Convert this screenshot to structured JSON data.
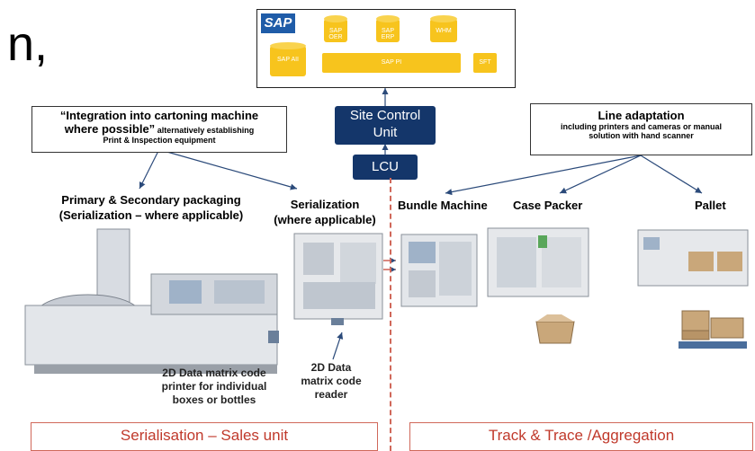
{
  "partial_text": "n,",
  "sap": {
    "logo": "SAP",
    "db": [
      "SAP OER",
      "SAP ERP",
      "WHM"
    ],
    "sap_aii": "SAP AII",
    "sap_pi": "SAP PI",
    "sft": "SFT"
  },
  "site_control": {
    "line1": "Site Control",
    "line2": "Unit"
  },
  "lcu": "LCU",
  "left_callout": {
    "line1": "“Integration into cartoning machine",
    "line2_bold": "where possible”",
    "line2_small": " alternatively establishing",
    "line3": "Print & Inspection equipment"
  },
  "right_callout": {
    "title": "Line adaptation",
    "line2": "including printers and cameras or manual",
    "line3": "solution with hand scanner"
  },
  "labels": {
    "primary_1": "Primary & Secondary packaging",
    "primary_2": "(Serialization – where applicable)",
    "serialization_1": "Serialization",
    "serialization_2": "(where applicable)",
    "bundle": "Bundle Machine",
    "case": "Case Packer",
    "pallet": "Pallet"
  },
  "captions": {
    "printer_1": "2D Data matrix code",
    "printer_2": "printer for individual",
    "printer_3": "boxes or bottles",
    "reader_1": "2D Data",
    "reader_2": "matrix code",
    "reader_3": "reader"
  },
  "footer": {
    "left": "Serialisation – Sales unit",
    "right": "Track & Trace /Aggregation"
  },
  "colors": {
    "dark_blue": "#14366a",
    "sap_yellow": "#f7c41d",
    "footer_red": "#c0392b"
  }
}
